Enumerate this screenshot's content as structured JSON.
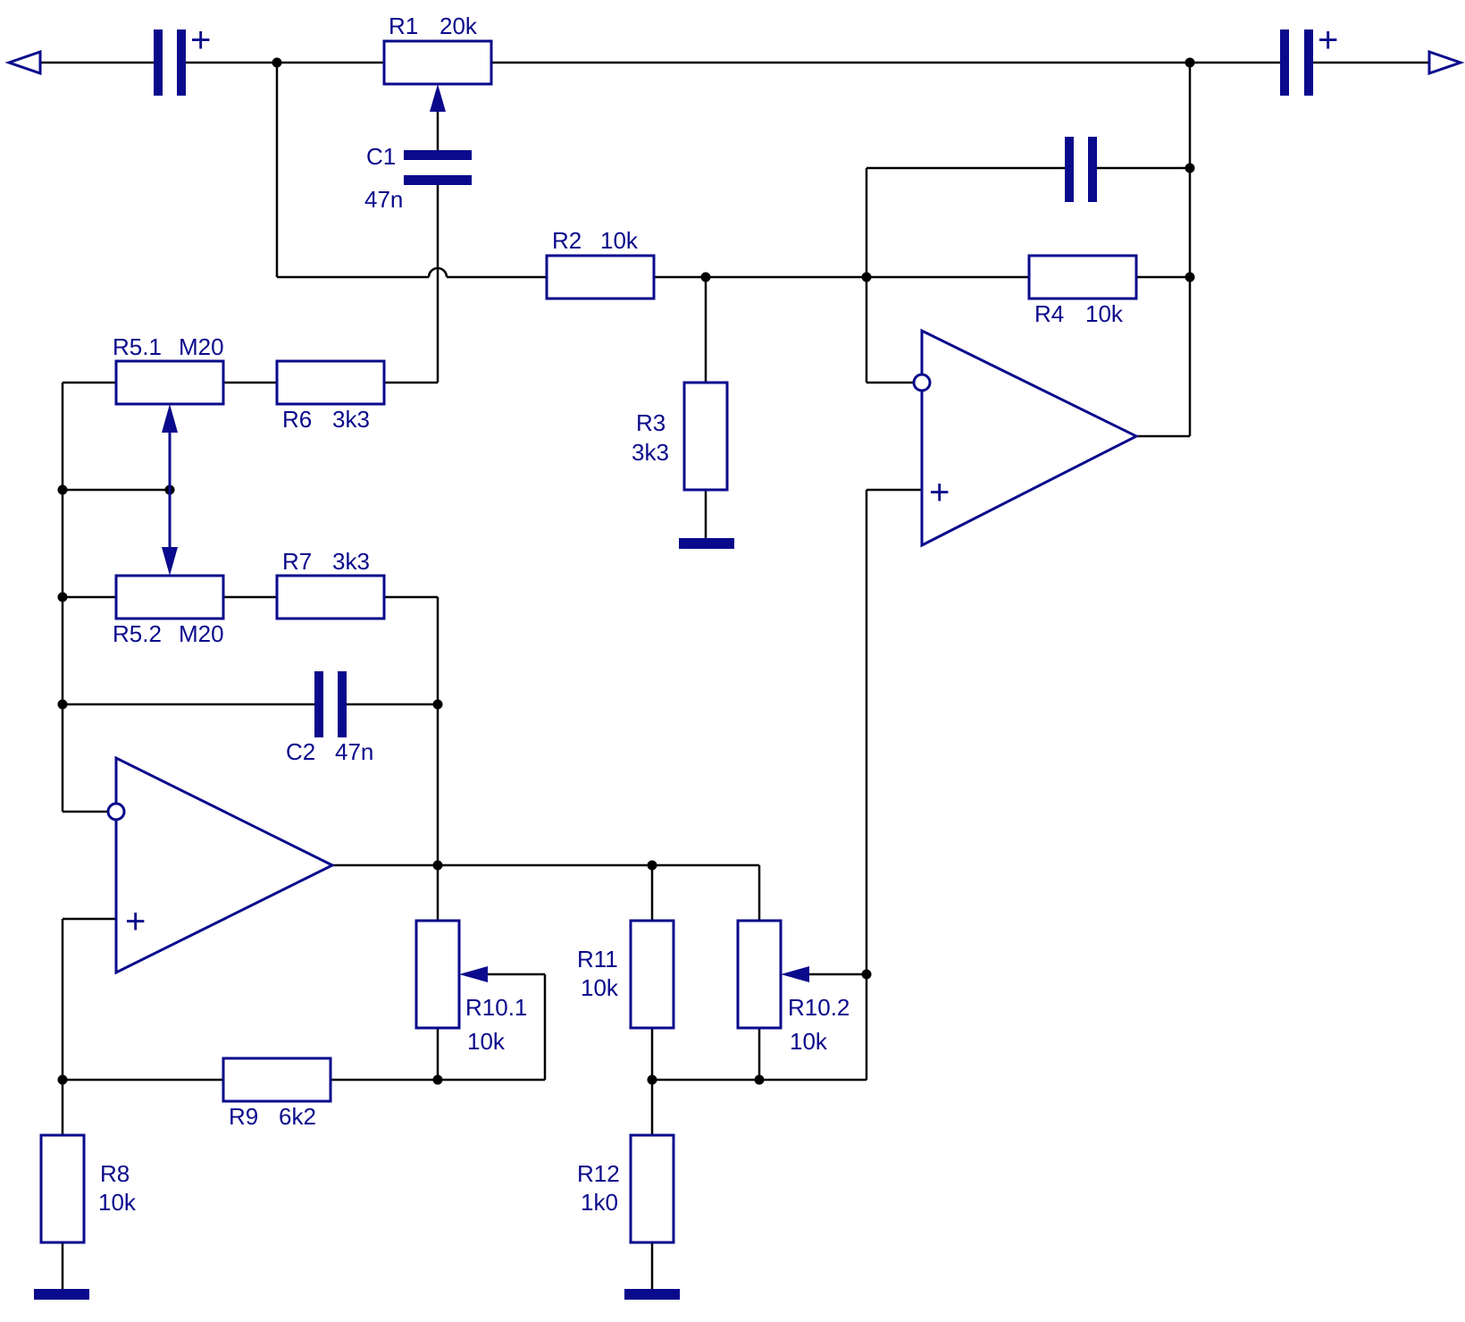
{
  "components": {
    "r1": {
      "name": "R1",
      "value": "20k"
    },
    "r2": {
      "name": "R2",
      "value": "10k"
    },
    "r3": {
      "name": "R3",
      "value": "3k3"
    },
    "r4": {
      "name": "R4",
      "value": "10k"
    },
    "r5_1": {
      "name": "R5.1",
      "value": "M20"
    },
    "r5_2": {
      "name": "R5.2",
      "value": "M20"
    },
    "r6": {
      "name": "R6",
      "value": "3k3"
    },
    "r7": {
      "name": "R7",
      "value": "3k3"
    },
    "r8": {
      "name": "R8",
      "value": "10k"
    },
    "r9": {
      "name": "R9",
      "value": "6k2"
    },
    "r10_1": {
      "name": "R10.1",
      "value": "10k"
    },
    "r10_2": {
      "name": "R10.2",
      "value": "10k"
    },
    "r11": {
      "name": "R11",
      "value": "10k"
    },
    "r12": {
      "name": "R12",
      "value": "1k0"
    },
    "c1": {
      "name": "C1",
      "value": "47n"
    },
    "c2": {
      "name": "C2",
      "value": "47n"
    }
  },
  "symbols": {
    "plus": "+"
  },
  "colors": {
    "component": "#0a0a8c",
    "wire": "#000000",
    "background": "#ffffff"
  }
}
